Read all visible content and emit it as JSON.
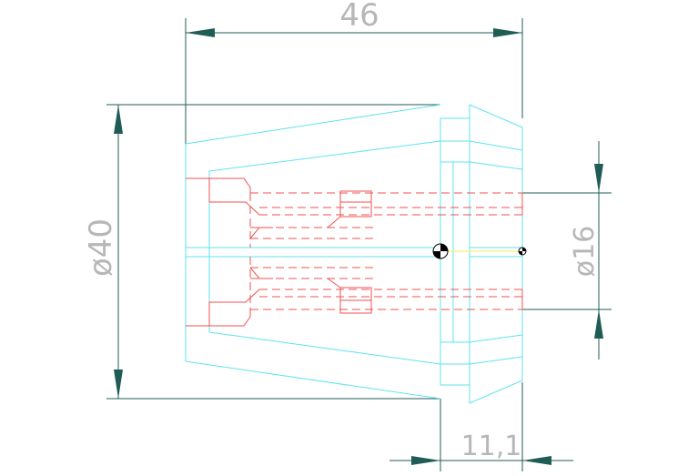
{
  "drawing": {
    "dimensions": {
      "overall_length": "46",
      "outer_diameter": "ø40",
      "bore_diameter": "ø16",
      "flange_length": "11,1"
    },
    "colors": {
      "outline": "#5fe3ee",
      "hidden_lines": "#f05050",
      "dimension_lines": "#1f5c56",
      "dimension_text": "#b7b7b7",
      "center_axis": "#f3f370"
    }
  }
}
